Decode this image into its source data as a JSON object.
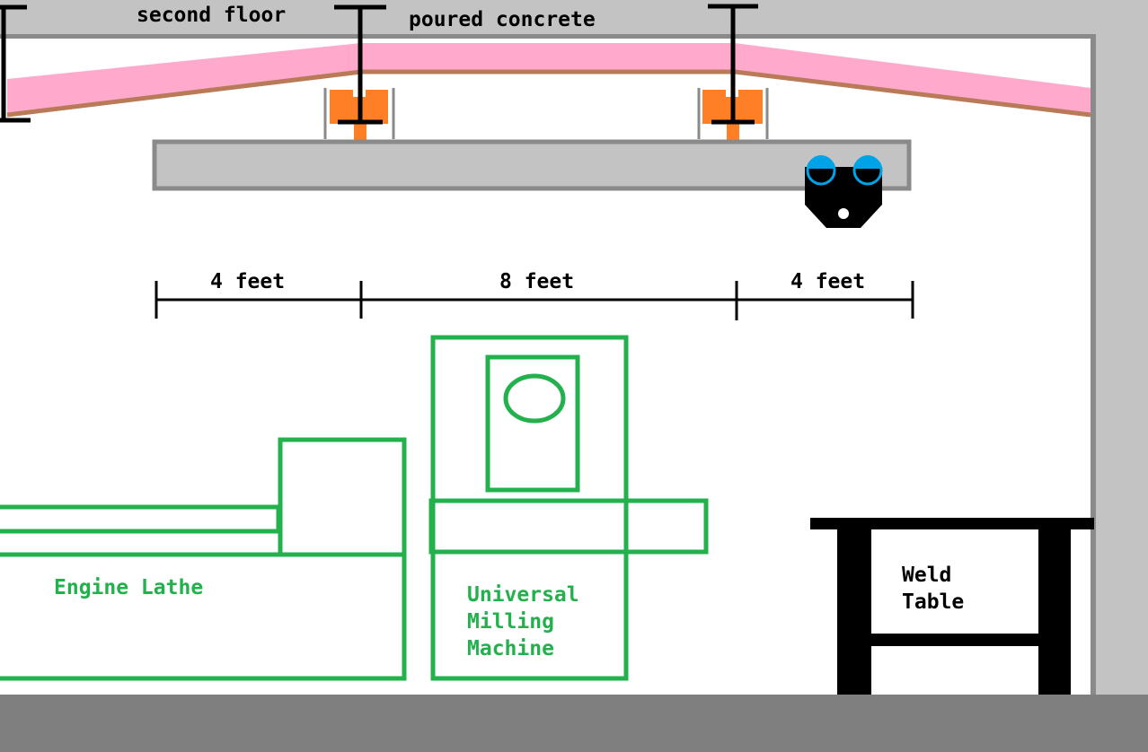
{
  "labels": {
    "second_floor": "second floor",
    "poured_concrete": "poured concrete",
    "dim_left": "4 feet",
    "dim_middle": "8 feet",
    "dim_right": "4 feet",
    "lathe": "Engine Lathe",
    "mill_line1": "Universal",
    "mill_line2": "Milling",
    "mill_line3": "Machine",
    "weld_line1": "Weld",
    "weld_line2": "Table"
  },
  "colors": {
    "ceiling": "#c3c3c3",
    "insulation": "#ffaacc",
    "joist_edge": "#b97a57",
    "trolley": "#ff7f27",
    "beam": "#c3c3c3",
    "hoist": "#000000",
    "hoist_wheels": "#00a2e8",
    "machines": "#22b14c",
    "floor": "#7f7f7f",
    "ink": "#000000"
  }
}
